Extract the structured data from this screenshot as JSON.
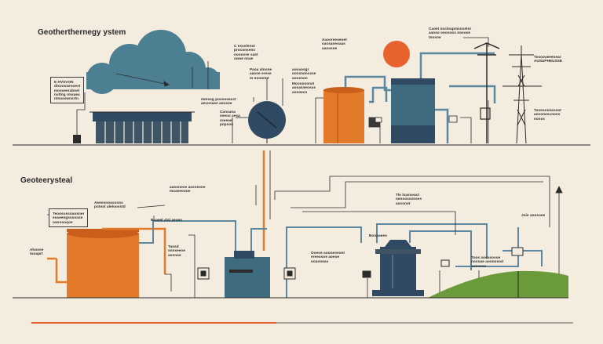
{
  "diagram": {
    "colors": {
      "background": "#f3ecdf",
      "cloud": "#4d7f93",
      "sun": "#e8622e",
      "orange": "#e27a2a",
      "teal": "#3f6b80",
      "navy": "#2f4a62",
      "dark": "#2b2b2b",
      "pipe_blue": "#5b87a0",
      "ground": "#6a9a3a"
    },
    "top_section": {
      "title": "Geotherthernegy ystem",
      "notes": {
        "left_box": [
          "E HVSVON",
          "disuossenoest",
          "mosseerabnel",
          "nutlng rmsaea",
          "ntnasswnsrtn"
        ],
        "cloud_label": [
          "C essolenst",
          "proconsens",
          "oooovse sast",
          "owae noae"
        ],
        "tank_label": [
          "Paoa alnone",
          "aaooe erese",
          "m nononnt"
        ],
        "hall_label": [
          "mmsog posneseoct",
          "aevonaee aeosoe"
        ],
        "hall_label_2": [
          "Cansana",
          "neens aesa",
          "roeeoe",
          "popsoo"
        ],
        "mid_label": [
          "aooaosgr",
          "oossnonssse",
          "aoosnon"
        ],
        "mid_label_2": [
          "Moooosonst",
          "aosasneosos",
          "aosoecn"
        ],
        "chimney_label": [
          "Aaooreeoeoet",
          "oassaneoaas",
          "aaoosne"
        ],
        "top_right": [
          "Caoet nscloupmsosetor",
          "aaoso ooosoos nosose",
          "tnosoe"
        ],
        "pylon_label": [
          "Tosooaeeenear",
          "AUSUPHEUSSE"
        ],
        "pylon_label_2": [
          "Tossoosnsosot",
          "aosonoscnoss",
          "nosos"
        ]
      }
    },
    "bottom_section": {
      "title": "Geoteerysteal",
      "notes": {
        "left_box": [
          "Teoosossnaosner",
          "eoaeengssosose",
          "oanoooqoe"
        ],
        "top_label": [
          "Aeeosooossoos",
          "potnnl aleloosstd",
          "aaoonose aosseone",
          "moaseoone"
        ],
        "left_note": [
          "Ahosoe",
          "tuoaprt"
        ],
        "pipe_note": [
          "Boaeel slsl aeaeo"
        ],
        "mid_note": [
          "Taosd",
          "snnseeoe",
          "aosnoe"
        ],
        "mid_note_2": [
          "Ooeoe aooneoeoet",
          "ereeosoe aoeoe",
          "ooanoeas"
        ],
        "tank_note": [
          "Boooaeeo"
        ],
        "right_note": [
          "Tle lsasseoct",
          "nenoosssnses",
          "aosonot"
        ],
        "far_right": [
          "Toos aosososoe",
          "noooae aoonosod",
          "aaoosse"
        ],
        "far_right_2": [
          "Joie anosoee"
        ]
      }
    }
  }
}
